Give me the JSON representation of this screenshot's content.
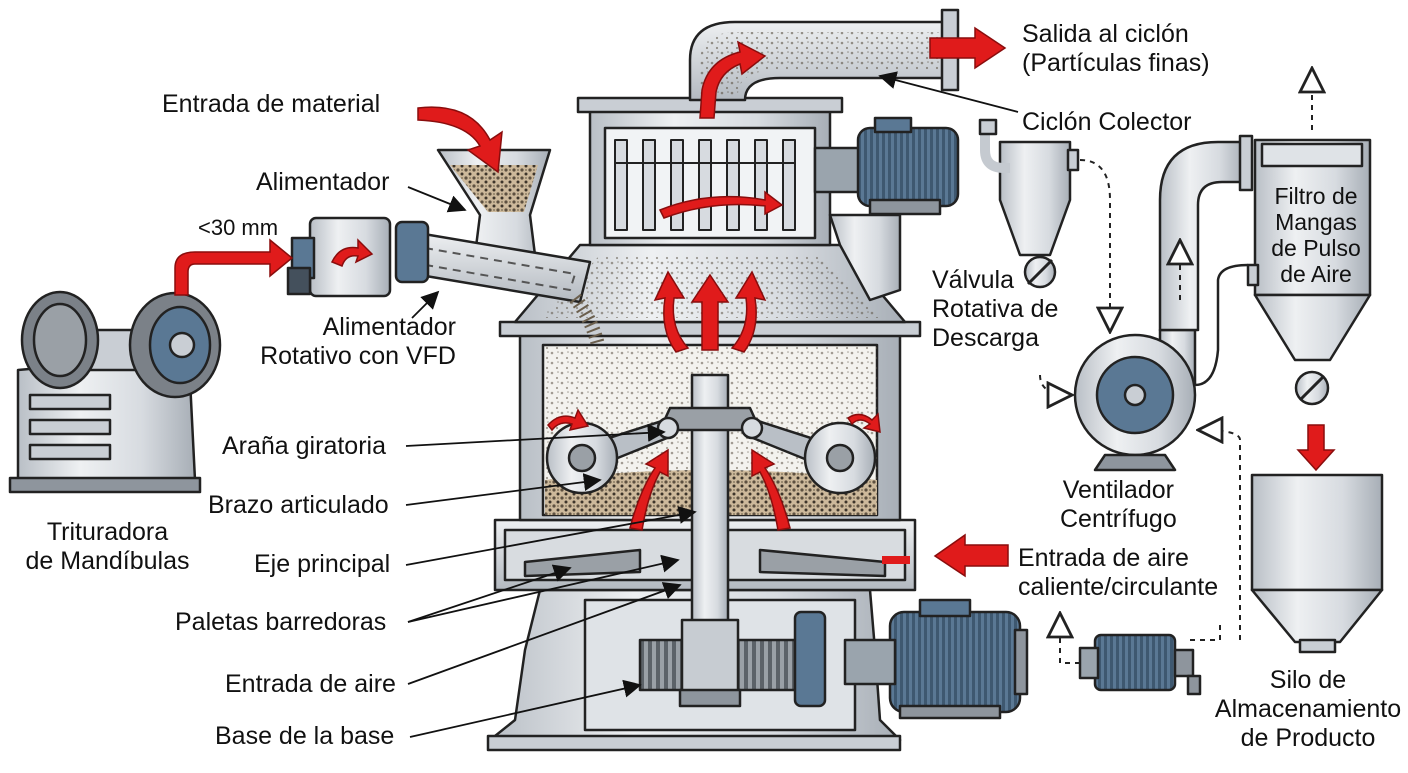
{
  "labels": {
    "salida_ciclon": [
      "Salida al ciclón",
      "(Partículas finas)"
    ],
    "entrada_material": "Entrada de material",
    "ciclon_colector": "Ciclón Colector",
    "alimentador": "Alimentador",
    "size": "<30 mm",
    "filtro": [
      "Filtro de",
      "Mangas",
      "de Pulso",
      "de Aire"
    ],
    "valvula": [
      "Válvula",
      "Rotativa de",
      "Descarga"
    ],
    "alimentador_rotativo": [
      "Alimentador",
      "Rotativo con VFD"
    ],
    "arana": "Araña giratoria",
    "trituradora": [
      "Trituradora",
      "de Mandíbulas"
    ],
    "brazo": "Brazo articulado",
    "ventilador": [
      "Ventilador",
      "Centrífugo"
    ],
    "eje": "Eje principal",
    "entrada_aire_caliente": [
      "Entrada de aire",
      "caliente/circulante"
    ],
    "paletas": "Paletas barredoras",
    "entrada_aire": "Entrada de aire",
    "base": "Base de la base",
    "silo": [
      "Silo de",
      "Almacenamiento",
      "de Producto"
    ]
  },
  "colors": {
    "arrow_red": "#e01b1b",
    "metal_light": "#e6e9ec",
    "metal_mid": "#c5cad0",
    "metal_dark": "#8e959d",
    "motor_blue": "#4f6f8c",
    "outline": "#222222",
    "particles": "#6b5f4d"
  }
}
